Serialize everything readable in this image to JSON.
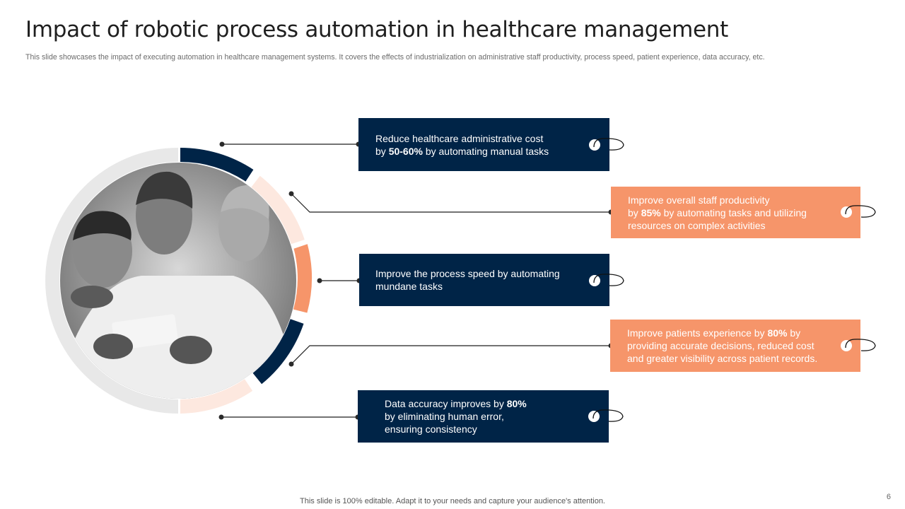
{
  "slide": {
    "title": "Impact of robotic process automation in healthcare management",
    "subtitle": "This slide showcases the impact of executing automation in healthcare management systems. It covers the effects of industrialization on administrative staff productivity,  process speed, patient experience, data accuracy,  etc.",
    "footer": "This slide is 100% editable. Adapt it to your needs and capture your audience's attention.",
    "page_number": "6"
  },
  "colors": {
    "navy": "#002447",
    "orange": "#f6956a",
    "peach": "#fde8df",
    "ring_gray": "#e8e8e8"
  },
  "image": {
    "description": "Grayscale photo of three healthcare professionals in lab coats looking at a tablet",
    "icon": "doctors-photo"
  },
  "cards": [
    {
      "color": "navy",
      "text_before": "Reduce healthcare administrative cost\nby ",
      "highlight": "50-60%",
      "text_after": " by automating manual tasks",
      "icon": "tag-icon"
    },
    {
      "color": "orange",
      "text_before": "Improve overall staff productivity\nby ",
      "highlight": "85%",
      "text_after": " by automating tasks and utilizing\nresources on complex activities",
      "icon": "tag-icon"
    },
    {
      "color": "navy",
      "text_before": "Improve the process speed by automating\nmundane tasks",
      "highlight": "",
      "text_after": "",
      "icon": "tag-icon"
    },
    {
      "color": "orange",
      "text_before": "Improve patients experience by ",
      "highlight": "80%",
      "text_after": " by\nproviding  accurate decisions, reduced cost\nand greater visibility  across patient records.",
      "icon": "tag-icon"
    },
    {
      "color": "navy",
      "text_before": "Data accuracy improves by ",
      "highlight": "80%",
      "text_after": "\nby eliminating  human error,\nensuring consistency",
      "icon": "tag-icon"
    }
  ]
}
